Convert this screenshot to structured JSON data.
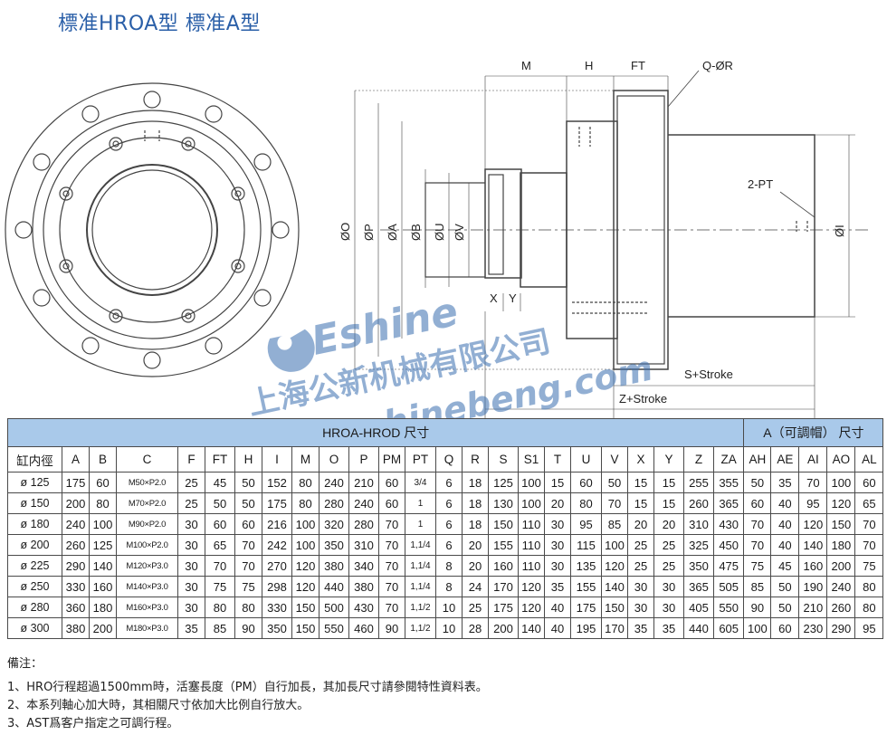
{
  "title": "標准HROA型  標准A型",
  "drawing": {
    "dims_top": [
      "M",
      "H",
      "FT",
      "Q-ØR"
    ],
    "dims_vertical": [
      "ØO",
      "ØP",
      "ØA",
      "ØB",
      "ØU",
      "ØV"
    ],
    "dim_pt": "2-PT",
    "dim_i": "ØI",
    "dim_xy": [
      "X",
      "Y"
    ],
    "dim_s": "S+Stroke",
    "dim_z": "Z+Stroke"
  },
  "watermark": {
    "brand": "Eshine",
    "company": "上海公新机械有限公司",
    "url": "www.eshinebeng.com",
    "color": "#3a6fb0"
  },
  "table": {
    "band_left": "HROA-HROD 尺寸",
    "band_right": "A（可調帽） 尺寸",
    "headers": [
      "缸内徑",
      "A",
      "B",
      "C",
      "F",
      "FT",
      "H",
      "I",
      "M",
      "O",
      "P",
      "PM",
      "PT",
      "Q",
      "R",
      "S",
      "S1",
      "T",
      "U",
      "V",
      "X",
      "Y",
      "Z",
      "ZA",
      "AH",
      "AE",
      "AI",
      "AO",
      "AL"
    ],
    "rows": [
      [
        "ø 125",
        "175",
        "60",
        "M50×P2.0",
        "25",
        "45",
        "50",
        "152",
        "80",
        "240",
        "210",
        "60",
        "3/4",
        "6",
        "18",
        "125",
        "100",
        "15",
        "60",
        "50",
        "15",
        "15",
        "255",
        "355",
        "50",
        "35",
        "70",
        "100",
        "60"
      ],
      [
        "ø 150",
        "200",
        "80",
        "M70×P2.0",
        "25",
        "50",
        "50",
        "175",
        "80",
        "280",
        "240",
        "60",
        "1",
        "6",
        "18",
        "130",
        "100",
        "20",
        "80",
        "70",
        "15",
        "15",
        "260",
        "365",
        "60",
        "40",
        "95",
        "120",
        "65"
      ],
      [
        "ø 180",
        "240",
        "100",
        "M90×P2.0",
        "30",
        "60",
        "60",
        "216",
        "100",
        "320",
        "280",
        "70",
        "1",
        "6",
        "18",
        "150",
        "110",
        "30",
        "95",
        "85",
        "20",
        "20",
        "310",
        "430",
        "70",
        "40",
        "120",
        "150",
        "70"
      ],
      [
        "ø 200",
        "260",
        "125",
        "M100×P2.0",
        "30",
        "65",
        "70",
        "242",
        "100",
        "350",
        "310",
        "70",
        "1,1/4",
        "6",
        "20",
        "155",
        "110",
        "30",
        "115",
        "100",
        "25",
        "25",
        "325",
        "450",
        "70",
        "40",
        "140",
        "180",
        "70"
      ],
      [
        "ø 225",
        "290",
        "140",
        "M120×P3.0",
        "30",
        "70",
        "70",
        "270",
        "120",
        "380",
        "340",
        "70",
        "1,1/4",
        "8",
        "20",
        "160",
        "110",
        "30",
        "135",
        "120",
        "25",
        "25",
        "350",
        "475",
        "75",
        "45",
        "160",
        "200",
        "75"
      ],
      [
        "ø 250",
        "330",
        "160",
        "M140×P3.0",
        "30",
        "75",
        "75",
        "298",
        "120",
        "440",
        "380",
        "70",
        "1,1/4",
        "8",
        "24",
        "170",
        "120",
        "35",
        "155",
        "140",
        "30",
        "30",
        "365",
        "505",
        "85",
        "50",
        "190",
        "240",
        "80"
      ],
      [
        "ø 280",
        "360",
        "180",
        "M160×P3.0",
        "30",
        "80",
        "80",
        "330",
        "150",
        "500",
        "430",
        "70",
        "1,1/2",
        "10",
        "25",
        "175",
        "120",
        "40",
        "175",
        "150",
        "30",
        "30",
        "405",
        "550",
        "90",
        "50",
        "210",
        "260",
        "80"
      ],
      [
        "ø 300",
        "380",
        "200",
        "M180×P3.0",
        "35",
        "85",
        "90",
        "350",
        "150",
        "550",
        "460",
        "90",
        "1,1/2",
        "10",
        "28",
        "200",
        "140",
        "40",
        "195",
        "170",
        "35",
        "35",
        "440",
        "605",
        "100",
        "60",
        "230",
        "290",
        "95"
      ]
    ]
  },
  "notes": {
    "heading": "備注：",
    "lines": [
      "1、HRO行程超過1500mm時，活塞長度（PM）自行加長，其加長尺寸請參閱特性資料表。",
      "2、本系列軸心加大時，其相關尺寸依加大比例自行放大。",
      "3、AST爲客户指定之可調行程。"
    ]
  }
}
